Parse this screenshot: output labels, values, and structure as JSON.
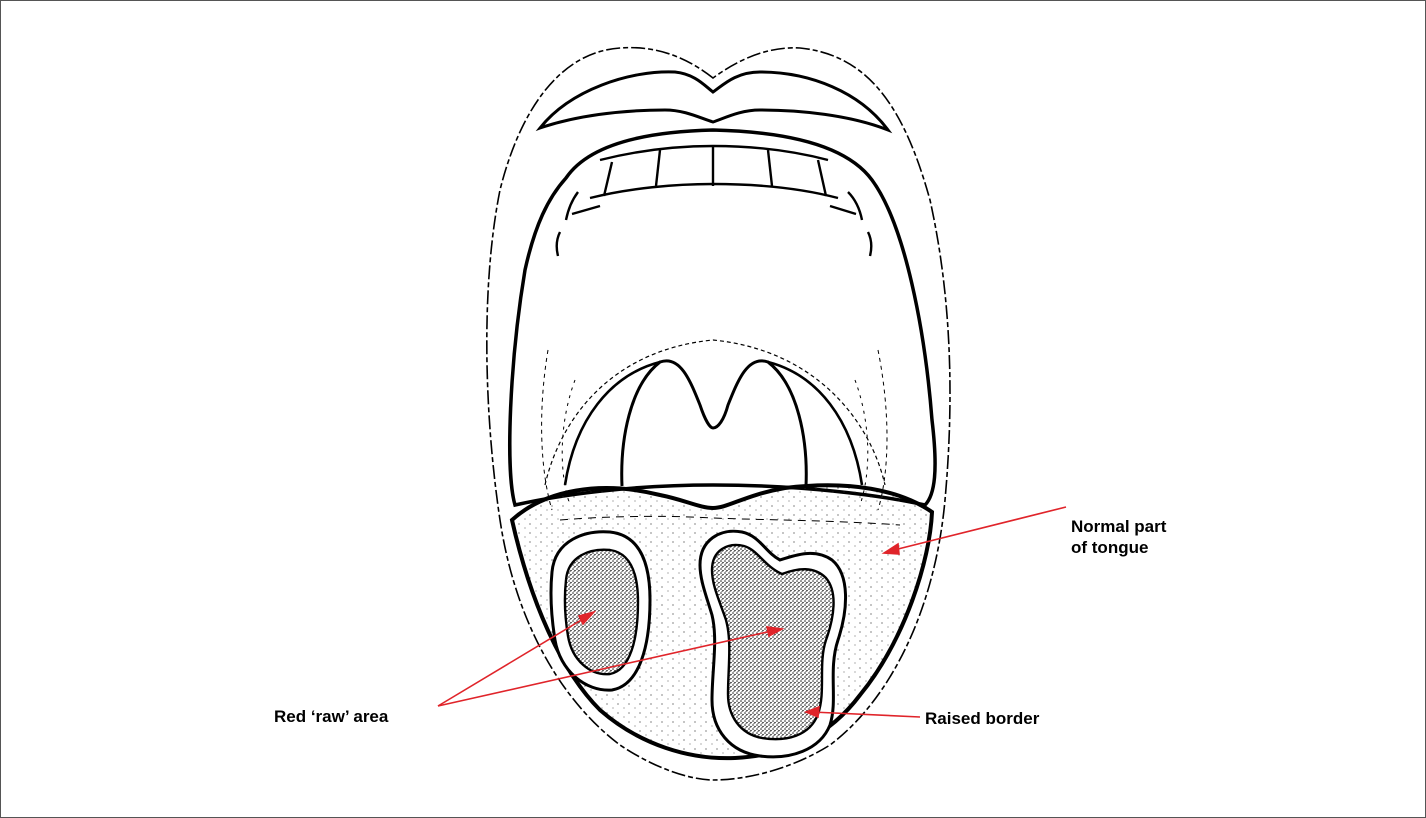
{
  "labels": {
    "normal_tongue": {
      "line1": "Normal part",
      "line2": "of tongue"
    },
    "raw_area": "Red ‘raw’ area",
    "raised_border": "Raised border"
  },
  "colors": {
    "line": "#000000",
    "arrow": "#e0242a",
    "stipple": "#1a1a1a",
    "frame": "#555555"
  }
}
